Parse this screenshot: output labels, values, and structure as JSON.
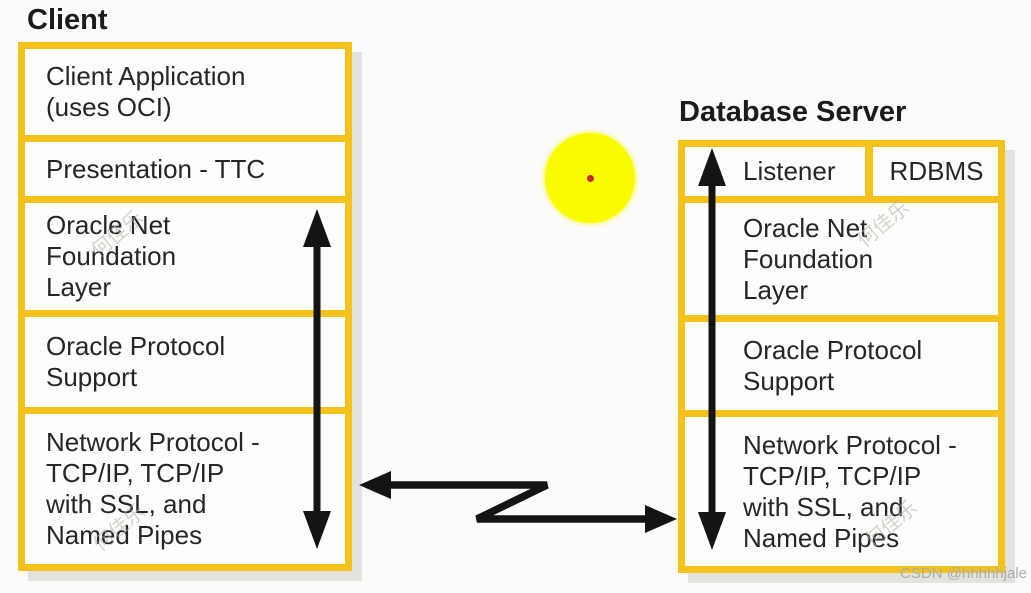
{
  "diagram": {
    "client": {
      "title": "Client",
      "rows": [
        "Client Application\n(uses OCI)",
        "Presentation - TTC",
        "Oracle Net\nFoundation\nLayer",
        "Oracle Protocol\nSupport",
        "Network Protocol -\nTCP/IP, TCP/IP\nwith SSL, and\nNamed Pipes"
      ]
    },
    "server": {
      "title": "Database Server",
      "top_row": {
        "cells": [
          "Listener",
          "RDBMS"
        ]
      },
      "rows": [
        "Oracle Net\nFoundation\nLayer",
        "Oracle Protocol\nSupport",
        "Network Protocol -\nTCP/IP, TCP/IP\nwith SSL, and\nNamed Pipes"
      ]
    },
    "icons": {
      "client_stack_arrow": "vertical-double-arrow",
      "server_stack_arrow": "vertical-double-arrow",
      "network_link_arrow": "zigzag-double-arrow",
      "pointer_highlight": "yellow-circle-with-red-dot"
    },
    "colors": {
      "box_border": "#F5C21B",
      "box_fill": "#FDFDFB",
      "text": "#262626",
      "arrow": "#141414",
      "shadow": "#E2E2DF",
      "highlight_circle": "#FBFB00",
      "highlight_dot": "#C52A2A",
      "background": "#FBFBF9"
    }
  },
  "watermarks": {
    "diagonal": "何佳乐",
    "csdn": "CSDN @hhhhhjale"
  }
}
